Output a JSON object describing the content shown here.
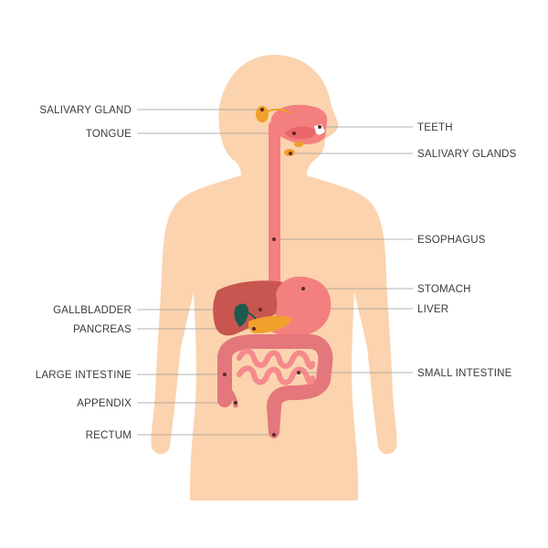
{
  "colors": {
    "body": "#FBD3AE",
    "tract": "#F47F7F",
    "tract_dark": "#E9666A",
    "liver": "#C8554F",
    "gallbladder": "#1F5A4F",
    "pancreas": "#F2A02C",
    "gland": "#EF9F2A",
    "large_intestine": "#E3777C",
    "small_intestine": "#F48A8C"
  },
  "labels_left": [
    "SALIVARY GLAND",
    "TONGUE",
    "GALLBLADDER",
    "PANCREAS",
    "LARGE INTESTINE",
    "APPENDIX",
    "RECTUM"
  ],
  "labels_right": [
    "TEETH",
    "SALIVARY GLANDS",
    "ESOPHAGUS",
    "STOMACH",
    "LIVER",
    "SMALL INTESTINE"
  ]
}
